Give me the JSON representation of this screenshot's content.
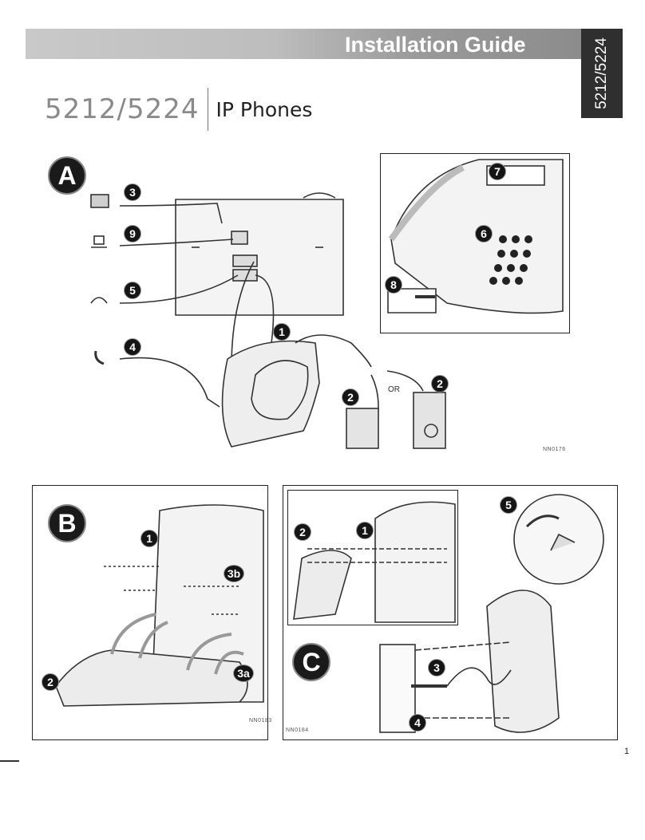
{
  "header": {
    "title": "Installation Guide",
    "model_tab": "5212/5224"
  },
  "doc_title": {
    "model": "5212/5224",
    "product": "IP Phones"
  },
  "sections": {
    "a": "A",
    "b": "B",
    "c": "C"
  },
  "callouts": {
    "a": [
      "3",
      "9",
      "5",
      "4",
      "1",
      "2",
      "2"
    ],
    "a_detail": [
      "7",
      "6",
      "8"
    ],
    "b": [
      "1",
      "3b",
      "2",
      "3a"
    ],
    "c": [
      "2",
      "1",
      "5",
      "3",
      "4"
    ]
  },
  "labels": {
    "or": "OR",
    "fig_a": "NN0176",
    "fig_b": "NN0183",
    "fig_c": "NN0184"
  },
  "icons": {
    "power": "power-adapter-icon",
    "pc": "computer-icon",
    "headset": "headset-icon",
    "handset": "handset-icon"
  },
  "page": {
    "number": "1"
  }
}
